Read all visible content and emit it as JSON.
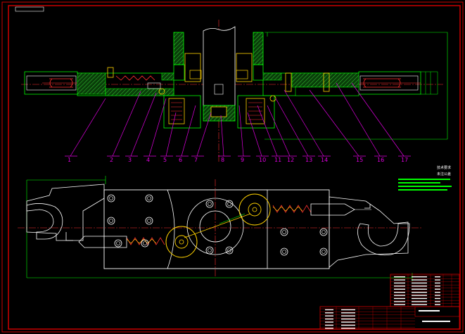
{
  "drawing": {
    "part_numbers": [
      "1",
      "2",
      "3",
      "4",
      "5",
      "6",
      "7",
      "8",
      "9",
      "10",
      "11",
      "12",
      "13",
      "14",
      "15",
      "16",
      "17"
    ],
    "tech_note_title": "技术要求",
    "tech_note_sub": "未注公差",
    "colors": {
      "background": "#000000",
      "frame": "#cc0000",
      "outline": "#00ff00",
      "centerline": "#ff3030",
      "leader": "#e000e0",
      "hatch": "#22aa22",
      "parts_yellow": "#ffd200",
      "parts_white": "#ffffff",
      "dimension": "#00ffff"
    }
  }
}
